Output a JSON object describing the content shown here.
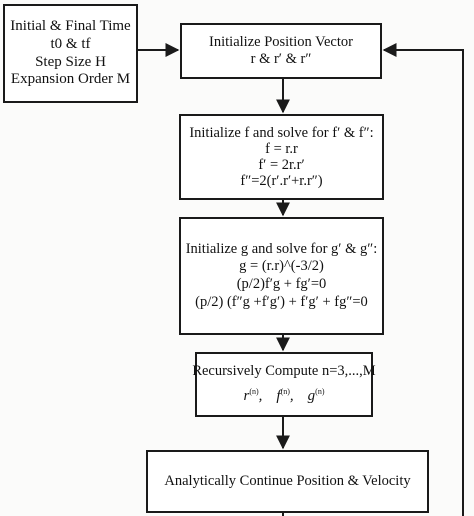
{
  "input_box": {
    "lines": [
      "Initial & Final Time",
      "t0 & tf",
      "Step Size H",
      "Expansion Order M"
    ]
  },
  "position_box": {
    "lines": [
      "Initialize Position Vector",
      "r & r′ & r″"
    ]
  },
  "f_box": {
    "lines": [
      "Initialize f and solve for f′ & f″:",
      "f = r.r",
      "f′ = 2r.r′",
      "f″=2(r′.r′+r.r″)"
    ]
  },
  "g_box": {
    "lines": [
      "Initialize g and solve for g′ & g″:",
      "g = (r.r)^(-3/2)",
      "(p/2)f′g  + fg′=0",
      "(p/2) (f″g +f′g′) + f′g′ + fg″=0"
    ]
  },
  "recursive_box": {
    "title": "Recursively Compute n=3,...,M",
    "terms": [
      {
        "base": "r",
        "sup": "(n)",
        "sep": ","
      },
      {
        "base": "f",
        "sup": "(n)",
        "sep": ","
      },
      {
        "base": "g",
        "sup": "(n)",
        "sep": ""
      }
    ]
  },
  "analytic_box": {
    "lines": [
      "Analytically Continue Position & Velocity"
    ]
  },
  "colors": {
    "stroke": "#1a1a1a",
    "background": "#ffffff"
  }
}
